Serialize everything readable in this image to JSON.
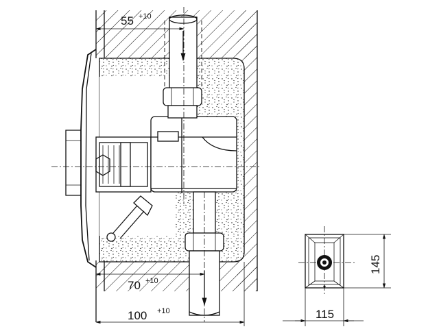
{
  "dimensions": {
    "top_offset": {
      "value": "55",
      "tolerance": "+10"
    },
    "lower_offset": {
      "value": "70",
      "tolerance": "+10"
    },
    "total_depth": {
      "value": "100",
      "tolerance": "+10"
    },
    "box_width": {
      "value": "115"
    },
    "box_height": {
      "value": "145"
    }
  },
  "colors": {
    "line": "#111111",
    "background": "#ffffff",
    "fill_material": "#ffffff"
  },
  "icons": [
    "hatch-wall",
    "insulation-speckle",
    "valve-body",
    "pipe",
    "nut",
    "arrow"
  ]
}
